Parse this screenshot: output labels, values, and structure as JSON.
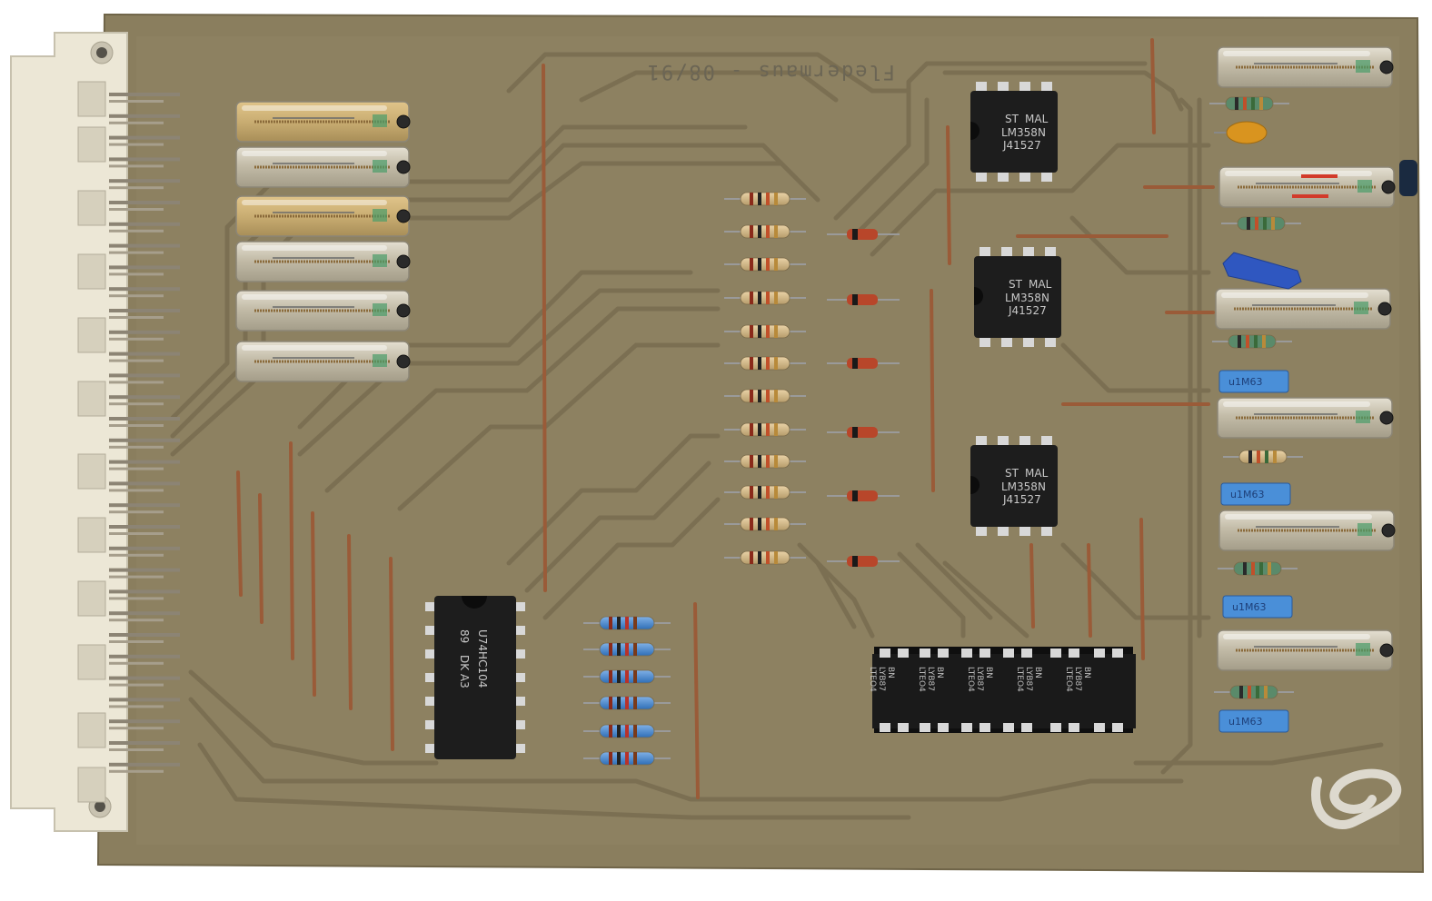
{
  "board": {
    "silkscreen": "Fledermaus - 08/91",
    "colors": {
      "substrate": "#8b7f5f",
      "trace": "#7a6e52",
      "connector": "#ece7d6",
      "jumper": "#9a5b38",
      "ic_body": "#1d1d1d",
      "reed_glass": "#c9c3b1"
    }
  },
  "op_amps": [
    {
      "logo": "ST",
      "brand": "MAL",
      "part": "LM358N",
      "code": "J41527"
    },
    {
      "logo": "ST",
      "brand": "MAL",
      "part": "LM358N",
      "code": "J41527"
    },
    {
      "logo": "ST",
      "brand": "MAL",
      "part": "LM358N",
      "code": "J41527"
    }
  ],
  "inverter": {
    "part": "U74HC104",
    "year": "89",
    "code": "DK A3"
  },
  "optocouplers": [
    {
      "brand": "BN",
      "line1": "LYB87",
      "line2": "LTEO4"
    },
    {
      "brand": "BN",
      "line1": "LYB87",
      "line2": "LTEO4"
    },
    {
      "brand": "BN",
      "line1": "LYB87",
      "line2": "LTEO4"
    },
    {
      "brand": "BN",
      "line1": "LYB87",
      "line2": "LTEO4"
    },
    {
      "brand": "BN",
      "line1": "LYB87",
      "line2": "LTEO4"
    }
  ],
  "capacitors": [
    {
      "label": "u1M63"
    },
    {
      "label": "u1M63"
    },
    {
      "label": "u1M63"
    },
    {
      "label": "u1M63"
    }
  ]
}
